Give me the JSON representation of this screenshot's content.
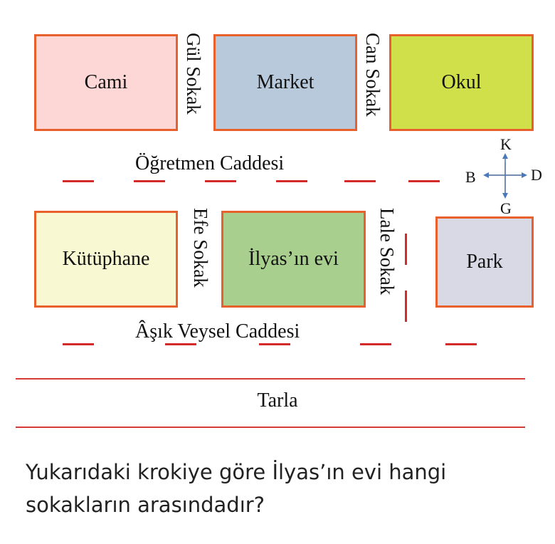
{
  "blocks": {
    "cami": "Cami",
    "market": "Market",
    "okul": "Okul",
    "kutuphane": "Kütüphane",
    "ilyas_evi": "İlyas’ın evi",
    "park": "Park"
  },
  "streets": {
    "gul_sokak": "Gül Sokak",
    "can_sokak": "Can Sokak",
    "efe_sokak": "Efe Sokak",
    "lale_sokak": "Lale Sokak",
    "ogretmen_caddesi": "Öğretmen Caddesi",
    "asik_veysel_caddesi": "Âşık Veysel Caddesi"
  },
  "field": "Tarla",
  "compass": {
    "north": "K",
    "south": "G",
    "east": "D",
    "west": "B"
  },
  "question": {
    "line1": "Yukarıdaki krokiye göre İlyas’ın evi hangi",
    "line2": "sokakların arasındadır?"
  },
  "colors": {
    "border": "#e8602c",
    "road_dash": "#d42a2a",
    "cami": "#fdd6d6",
    "market": "#b8c9dc",
    "okul": "#cfe04a",
    "kutuphane": "#f8f8d2",
    "ilyas_evi": "#a9cf8e",
    "park": "#d9d9e6",
    "compass_arrow": "#4a78b8",
    "compass_cross": "#e8904a"
  }
}
